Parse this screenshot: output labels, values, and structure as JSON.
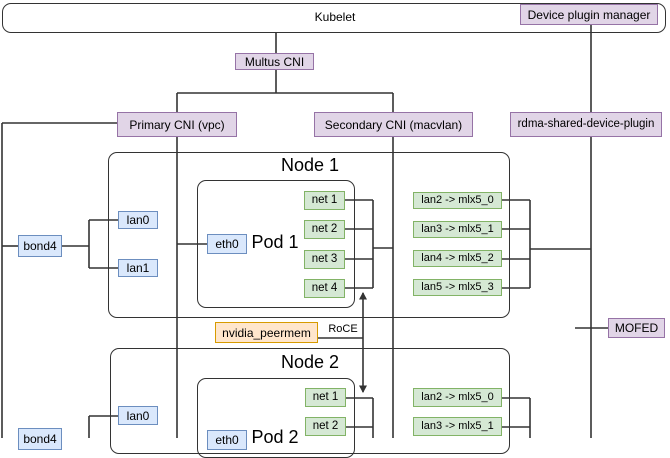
{
  "boxes": {
    "kubelet": "Kubelet",
    "device_plugin_manager": "Device plugin manager",
    "multus_cni": "Multus CNI",
    "primary_cni": "Primary CNI (vpc)",
    "secondary_cni": "Secondary CNI (macvlan)",
    "rdma_plugin": "rdma-shared-device-plugin",
    "mofed": "MOFED",
    "nvidia_peermem": "nvidia_peermem"
  },
  "labels": {
    "roce": "RoCE"
  },
  "node1": {
    "title": "Node 1",
    "pod_title": "Pod 1",
    "eth": "eth0",
    "bond": "bond4",
    "lan0": "lan0",
    "lan1": "lan1",
    "nets": [
      "net 1",
      "net 2",
      "net 3",
      "net 4"
    ],
    "rdma_ifaces": [
      "lan2 -> mlx5_0",
      "lan3 -> mlx5_1",
      "lan4 -> mlx5_2",
      "lan5 -> mlx5_3"
    ]
  },
  "node2": {
    "title": "Node 2",
    "pod_title": "Pod 2",
    "eth": "eth0",
    "bond": "bond4",
    "lan0": "lan0",
    "nets": [
      "net 1",
      "net 2"
    ],
    "rdma_ifaces": [
      "lan2 -> mlx5_0",
      "lan3 -> mlx5_1"
    ]
  },
  "colors": {
    "purple_fill": "#e1d5e7",
    "purple_stroke": "#9673a6",
    "blue_fill": "#dae8fc",
    "blue_stroke": "#6c8ebf",
    "green_fill": "#d5e8d4",
    "green_stroke": "#82b366",
    "orange_fill": "#ffe6cc",
    "orange_stroke": "#d79b00",
    "line": "#333333"
  }
}
